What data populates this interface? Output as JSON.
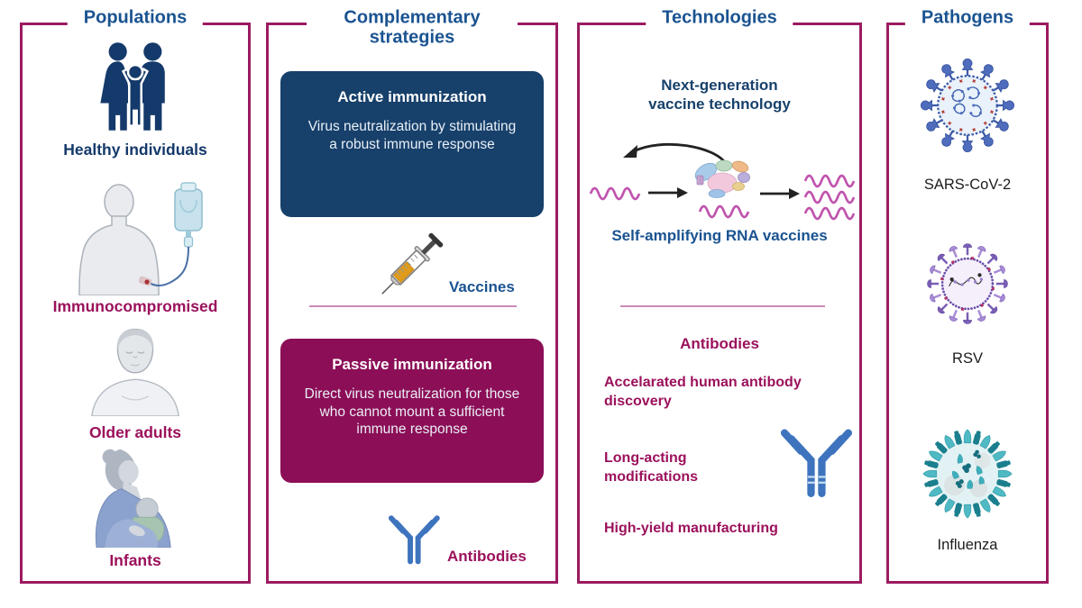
{
  "figure": {
    "panels": {
      "populations": {
        "title": "Populations",
        "items": [
          {
            "label": "Healthy individuals",
            "icon": "family-icon"
          },
          {
            "label": "Immunocompromised",
            "icon": "iv-infusion-illustration"
          },
          {
            "label": "Older adults",
            "icon": "older-adult-illustration"
          },
          {
            "label": "Infants",
            "icon": "breastfeeding-illustration"
          }
        ]
      },
      "strategies": {
        "title": "Complementary strategies",
        "active": {
          "heading": "Active immunization",
          "body": "Virus neutralization by stimulating a robust immune response",
          "label": "Vaccines",
          "icon": "syringe-icon"
        },
        "passive": {
          "heading": "Passive immunization",
          "body": "Direct virus neutralization for those who cannot mount a sufficient immune response",
          "label": "Antibodies",
          "icon": "antibody-icon"
        }
      },
      "technologies": {
        "title": "Technologies",
        "vaccine_heading": "Next-generation vaccine technology",
        "rna_label": "Self-amplifying RNA vaccines",
        "rna_diagram_icon": "rna-self-amplification-diagram",
        "antibody_heading": "Antibodies",
        "antibody_icon": "antibody-icon",
        "bullets": [
          "Accelarated human antibody discovery",
          "Long-acting modifications",
          "High-yield manufacturing"
        ]
      },
      "pathogens": {
        "title": "Pathogens",
        "items": [
          {
            "label": "SARS-CoV-2",
            "icon": "sars-cov-2-virus-icon"
          },
          {
            "label": "RSV",
            "icon": "rsv-virus-icon"
          },
          {
            "label": "Influenza",
            "icon": "influenza-virus-icon"
          }
        ]
      }
    },
    "colors": {
      "panel_border_maroon": "#9B1B60",
      "title_blue": "#1A5391",
      "dark_navy": "#17406B",
      "navy_text": "#14396B",
      "maroon_box": "#8C0E57",
      "maroon_text": "#9B115C",
      "antibody_blue": "#3E74BE",
      "rna_pink": "#C054AE",
      "divider_pink": "#C98BB9",
      "pathogen_label_black": "#1C1C1C"
    }
  }
}
